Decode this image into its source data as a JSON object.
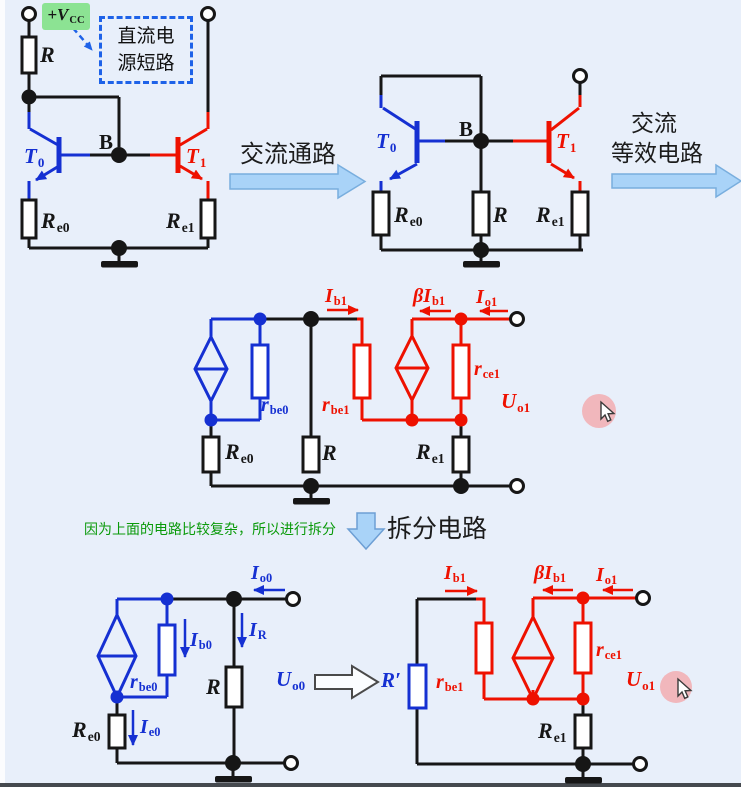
{
  "colors": {
    "background": "#e8effa",
    "circuit_blue": "#1530d2",
    "circuit_red": "#ee1100",
    "circuit_black": "#161616",
    "flow_arrow_fill": "#a9d3f8",
    "flow_arrow_stroke": "#79aede",
    "green_note": "#0a9a0a",
    "green_highlight": "#8ce393",
    "dashed_annotation_blue": "#1e62e8",
    "cursor_highlight_pink": "#f2a9ad"
  },
  "texts": {
    "vcc": {
      "main": "+V",
      "sub": "CC"
    },
    "dc_short_line1": "直流电",
    "dc_short_line2": "源短路",
    "arrow_ac_path": "交流通路",
    "arrow_ac_equiv_line1": "交流",
    "arrow_ac_equiv_line2": "等效电路",
    "split_note": "因为上面的电路比较复杂，所以进行拆分",
    "split_arrow_label": "拆分电路"
  },
  "circuits": {
    "top_left": {
      "labels": {
        "r": {
          "main": "R"
        },
        "b": {
          "main": "B"
        },
        "t0": {
          "main": "T",
          "sub": "0"
        },
        "t1": {
          "main": "T",
          "sub": "1"
        },
        "re0": {
          "main": "R",
          "sub": "e0"
        },
        "re1": {
          "main": "R",
          "sub": "e1"
        }
      }
    },
    "top_right": {
      "labels": {
        "t0": {
          "main": "T",
          "sub": "0"
        },
        "b": {
          "main": "B"
        },
        "t1": {
          "main": "T",
          "sub": "1"
        },
        "re0": {
          "main": "R",
          "sub": "e0"
        },
        "r": {
          "main": "R"
        },
        "re1": {
          "main": "R",
          "sub": "e1"
        }
      }
    },
    "middle": {
      "labels": {
        "ib1": {
          "main": "I",
          "sub": "b1"
        },
        "beta_ib1": {
          "main": "βI",
          "sub": "b1"
        },
        "io1": {
          "main": "I",
          "sub": "o1"
        },
        "rbe0": {
          "main": "r",
          "sub": "be0"
        },
        "rbe1": {
          "main": "r",
          "sub": "be1"
        },
        "rce1": {
          "main": "r",
          "sub": "ce1"
        },
        "uo1": {
          "main": "U",
          "sub": "o1"
        },
        "re0": {
          "main": "R",
          "sub": "e0"
        },
        "r": {
          "main": "R"
        },
        "re1": {
          "main": "R",
          "sub": "e1"
        }
      }
    },
    "bottom_left": {
      "labels": {
        "io0": {
          "main": "I",
          "sub": "o0"
        },
        "ir": {
          "main": "I",
          "sub": "R"
        },
        "ib0": {
          "main": "I",
          "sub": "b0"
        },
        "rbe0": {
          "main": "r",
          "sub": "be0"
        },
        "r": {
          "main": "R"
        },
        "uo0": {
          "main": "U",
          "sub": "o0"
        },
        "re0": {
          "main": "R",
          "sub": "e0"
        },
        "ie0": {
          "main": "I",
          "sub": "e0"
        }
      }
    },
    "bottom_right": {
      "labels": {
        "ib1": {
          "main": "I",
          "sub": "b1"
        },
        "beta_ib1": {
          "main": "βI",
          "sub": "b1"
        },
        "io1": {
          "main": "I",
          "sub": "o1"
        },
        "r_prime": {
          "main": "R′"
        },
        "rbe1": {
          "main": "r",
          "sub": "be1"
        },
        "rce1": {
          "main": "r",
          "sub": "ce1"
        },
        "re1": {
          "main": "R",
          "sub": "e1"
        },
        "uo1": {
          "main": "U",
          "sub": "o1"
        }
      }
    }
  }
}
